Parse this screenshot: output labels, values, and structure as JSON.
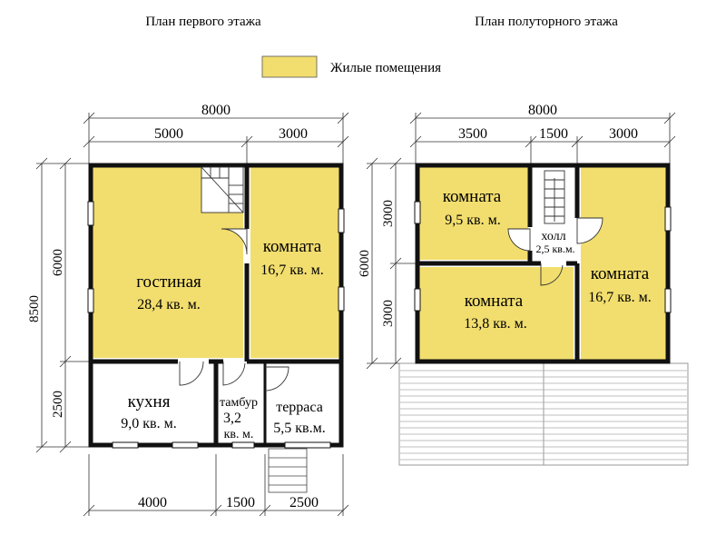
{
  "titles": {
    "first_floor": "План первого этажа",
    "second_floor": "План полуторного этажа"
  },
  "legend": {
    "label": "Жилые помещения",
    "color": "#f2de6e"
  },
  "colors": {
    "living": "#f2de6e",
    "wall": "#111111",
    "deck": "#aaaaaa"
  },
  "first_floor": {
    "dims_top": {
      "total": "8000",
      "left": "5000",
      "right": "3000"
    },
    "dims_bottom": {
      "a": "4000",
      "b": "1500",
      "c": "2500"
    },
    "dims_left": {
      "total": "8500",
      "upper": "6000",
      "lower": "2500"
    },
    "rooms": {
      "living_room": {
        "name": "гостиная",
        "area": "28,4 кв. м."
      },
      "room": {
        "name": "комната",
        "area": "16,7 кв. м."
      },
      "kitchen": {
        "name": "кухня",
        "area": "9,0 кв. м."
      },
      "vestibule": {
        "name": "тамбур",
        "area_1": "3,2",
        "area_2": "кв. м."
      },
      "terrace": {
        "name": "терраса",
        "area": "5,5 кв.м."
      }
    }
  },
  "second_floor": {
    "dims_top": {
      "total": "8000",
      "a": "3500",
      "b": "1500",
      "c": "3000"
    },
    "dims_left": {
      "total": "6000",
      "upper": "3000",
      "lower": "3000"
    },
    "rooms": {
      "room_a": {
        "name": "комната",
        "area": "9,5 кв. м."
      },
      "hall": {
        "name": "холл",
        "area": "2,5 кв.м."
      },
      "room_b": {
        "name": "комната",
        "area": "16,7 кв. м."
      },
      "room_c": {
        "name": "комната",
        "area": "13,8 кв. м."
      }
    }
  }
}
